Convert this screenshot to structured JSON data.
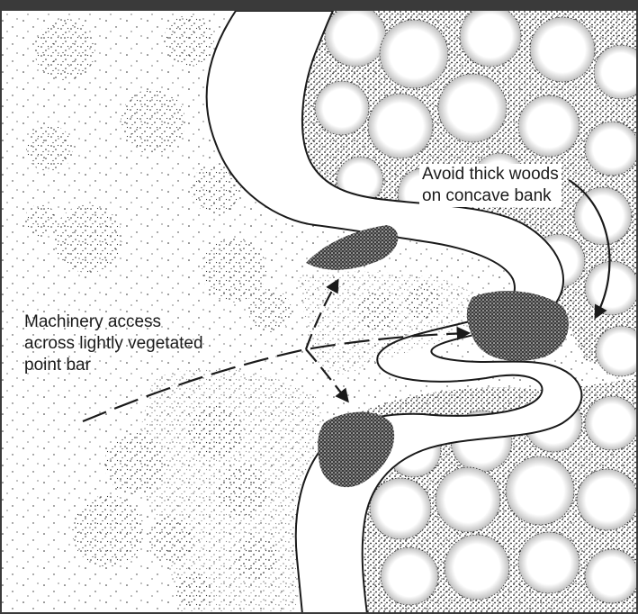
{
  "annotations": {
    "avoid": [
      "Avoid thick woods",
      "on concave bank"
    ],
    "access": [
      "Machinery access",
      "across lightly vegetated",
      "point bar"
    ]
  },
  "colors": {
    "ink": "#1a1a1a",
    "paper": "#ffffff",
    "stipple": "#2a2a2a",
    "frame": "#3a3a3a"
  }
}
